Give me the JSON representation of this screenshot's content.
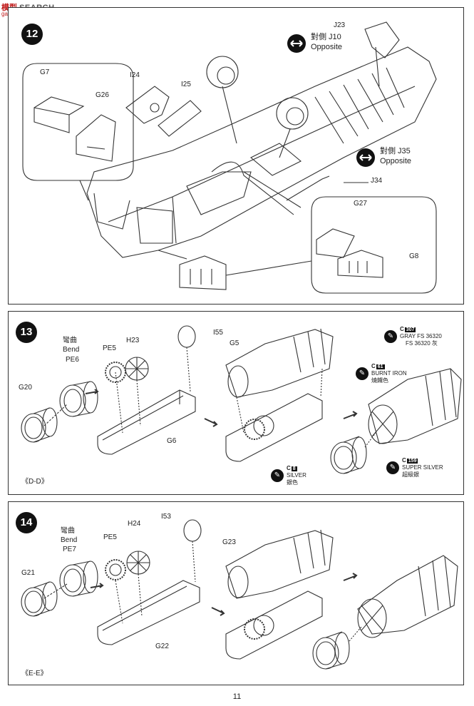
{
  "watermark": {
    "site_cn": "模型",
    "site_en": "SEARCH",
    "url": "gan-shan.com"
  },
  "page_number": "11",
  "step12": {
    "number": "12",
    "parts": {
      "g7": "G7",
      "g26": "G26",
      "i24": "I24",
      "i25": "I25",
      "j23": "J23",
      "j34": "J34",
      "g27": "G27",
      "g8": "G8"
    },
    "opposite_top": {
      "cn": "對側 J10",
      "en": "Opposite",
      "icon": "double-arrow"
    },
    "opposite_mid": {
      "cn": "對側 J35",
      "en": "Opposite",
      "icon": "double-arrow"
    }
  },
  "step13": {
    "number": "13",
    "bend_cn": "彎曲",
    "bend_en": "Bend",
    "bend_part": "PE6",
    "parts": {
      "pe5": "PE5",
      "h23": "H23",
      "i55": "I55",
      "g5": "G5",
      "g20": "G20",
      "g6": "G6"
    },
    "section": "《D-D》",
    "paints": [
      {
        "code": "C",
        "num": "307",
        "en": "GRAY FS 36320",
        "cn": "FS 36320 灰"
      },
      {
        "code": "C",
        "num": "61",
        "en": "BURNT IRON",
        "cn": "燒鐵色"
      },
      {
        "code": "C",
        "num": "8",
        "en": "SILVER",
        "cn": "銀色"
      },
      {
        "code": "C",
        "num": "159",
        "en": "SUPER SILVER",
        "cn": "超級銀"
      }
    ]
  },
  "step14": {
    "number": "14",
    "bend_cn": "彎曲",
    "bend_en": "Bend",
    "bend_part": "PE7",
    "parts": {
      "pe5": "PE5",
      "h24": "H24",
      "i53": "I53",
      "g23": "G23",
      "g21": "G21",
      "g22": "G22"
    },
    "section": "《E-E》"
  }
}
